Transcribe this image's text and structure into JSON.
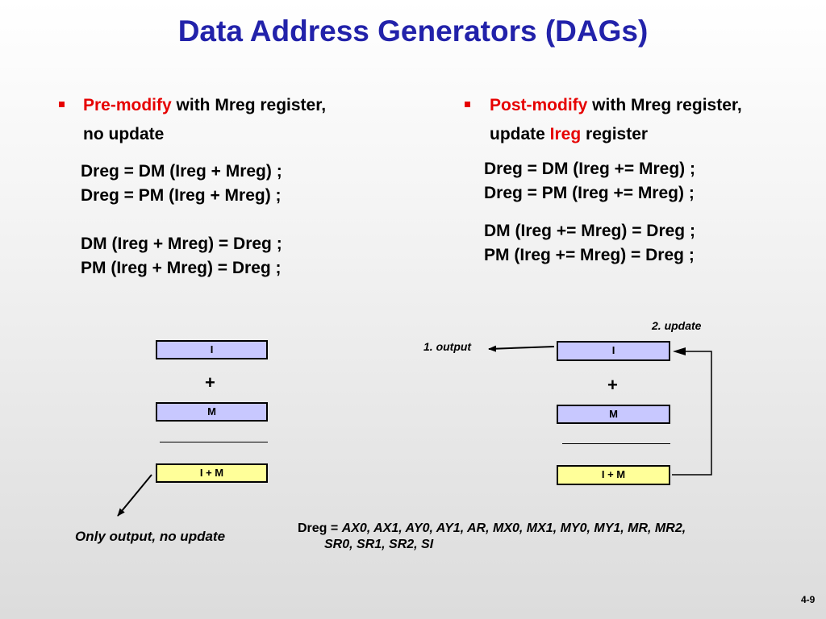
{
  "title": "Data Address Generators (DAGs)",
  "left": {
    "bullet_keyword": "Pre-modify",
    "bullet_rest": " with Mreg register,",
    "bullet_line2": "no update",
    "code_lines": [
      "Dreg = DM (Ireg + Mreg) ;",
      "Dreg = PM (Ireg + Mreg) ;",
      "DM (Ireg + Mreg) = Dreg ;",
      "PM (Ireg + Mreg) = Dreg ;"
    ],
    "diagram": {
      "reg_i": "I",
      "plus": "+",
      "reg_m": "M",
      "reg_sum": "I + M",
      "note": "Only output, no update"
    }
  },
  "right": {
    "bullet_keyword": "Post-modify",
    "bullet_rest": " with Mreg register,",
    "bullet_line2_a": "update ",
    "bullet_line2_red": "Ireg",
    "bullet_line2_b": " register",
    "code_lines": [
      "Dreg = DM (Ireg += Mreg) ;",
      "Dreg = PM (Ireg += Mreg) ;",
      "DM (Ireg += Mreg) = Dreg ;",
      "PM (Ireg += Mreg) = Dreg ;"
    ],
    "diagram": {
      "reg_i": "I",
      "plus": "+",
      "reg_m": "M",
      "reg_sum": "I + M",
      "label_output": "1. output",
      "label_update": "2. update"
    }
  },
  "dreg_note": {
    "prefix": "Dreg = ",
    "line1": "AX0, AX1, AY0, AY1, AR, MX0, MX1, MY0, MY1, MR, MR2,",
    "line2": "SR0, SR1, SR2, SI"
  },
  "page_number": "4-9",
  "colors": {
    "title": "#2222aa",
    "accent_red": "#e60000",
    "reg_blue": "#c8c8ff",
    "reg_yellow": "#ffff99"
  }
}
